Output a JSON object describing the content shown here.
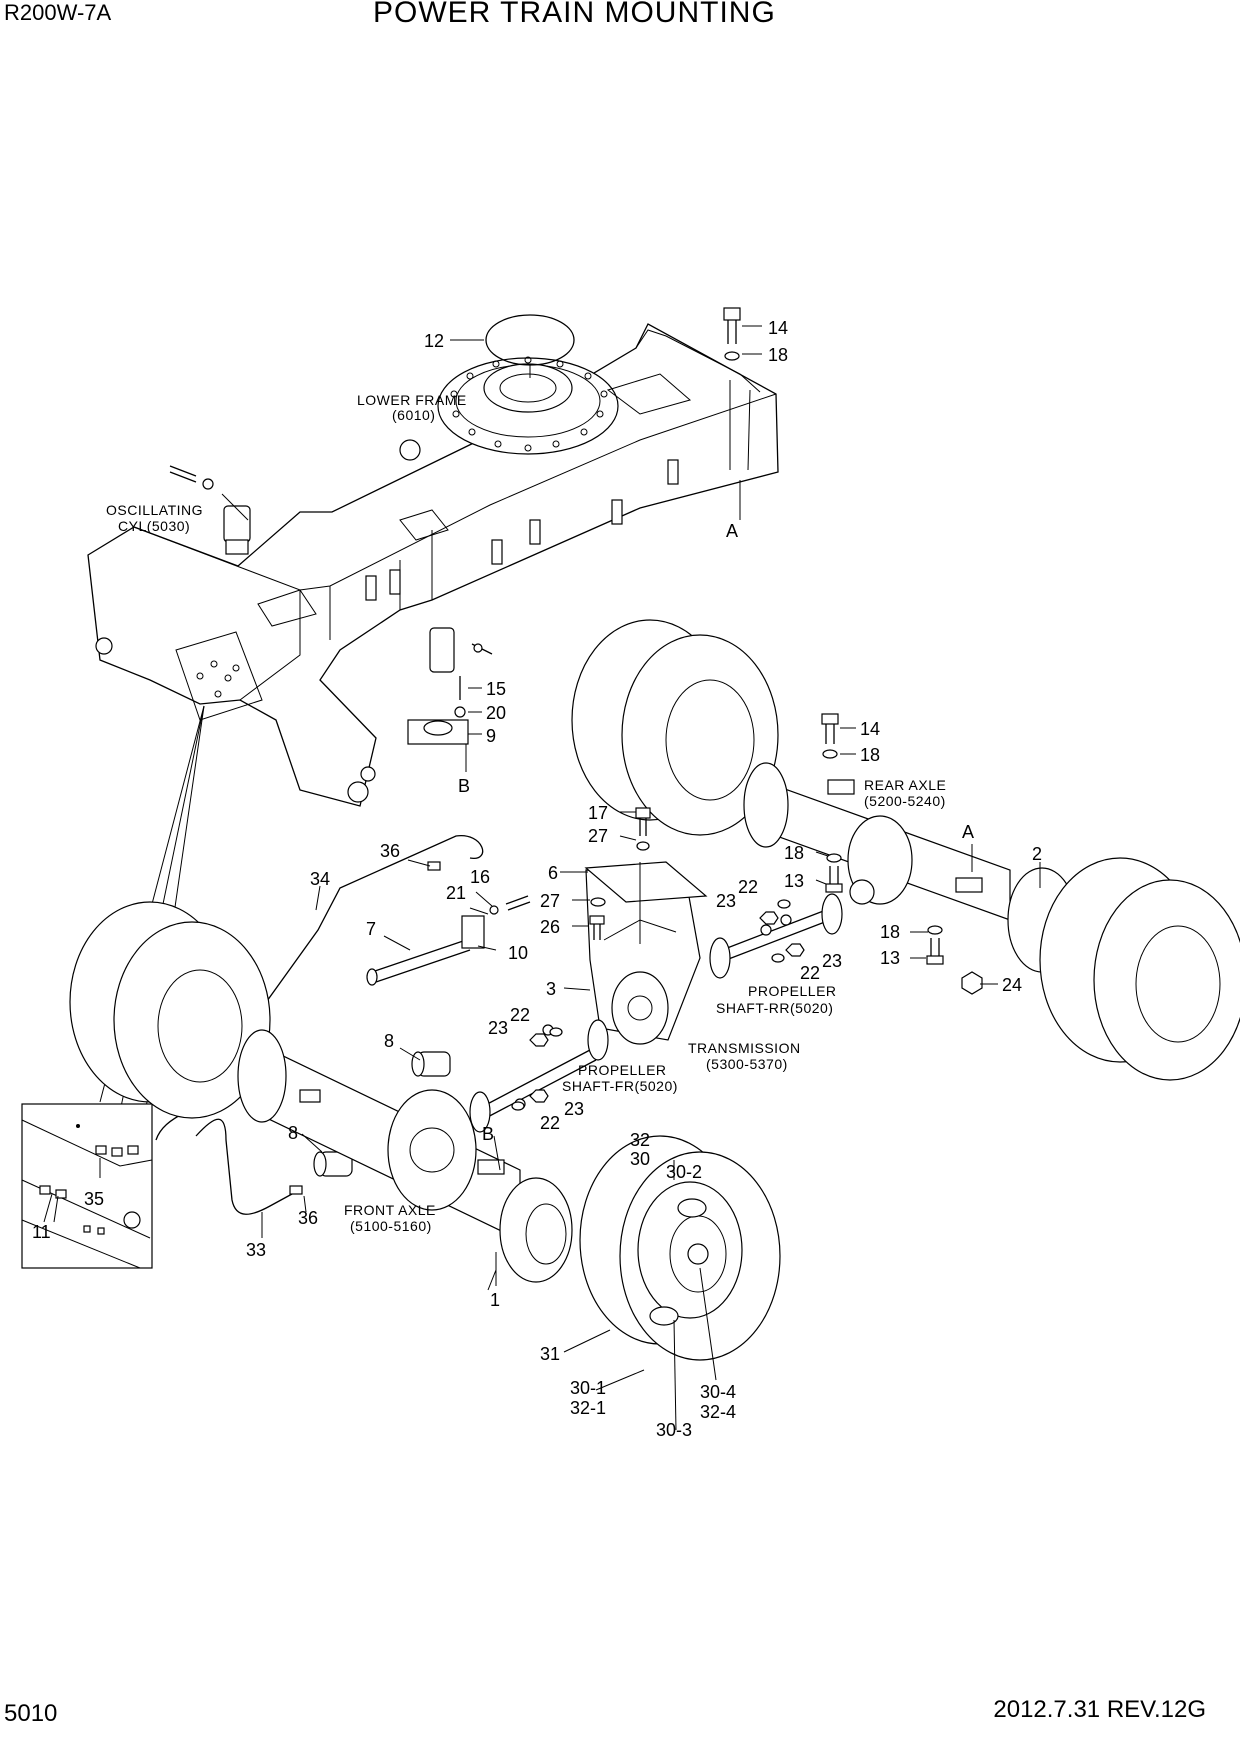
{
  "header": {
    "model": "R200W-7A",
    "title": "POWER TRAIN MOUNTING"
  },
  "footer": {
    "page_number": "5010",
    "date_revision": "2012.7.31  REV.12G"
  },
  "assemblies": {
    "lower_frame": "LOWER FRAME",
    "lower_frame_code": "(6010)",
    "oscillating": "OSCILLATING",
    "oscillating_cyl": "CYL(5030)",
    "rear_axle": "REAR AXLE",
    "rear_axle_code": "(5200-5240)",
    "prop_rr": "PROPELLER",
    "prop_rr_code": "SHAFT-RR(5020)",
    "transmission": "TRANSMISSION",
    "transmission_code": "(5300-5370)",
    "prop_fr": "PROPELLER",
    "prop_fr_code": "SHAFT-FR(5020)",
    "front_axle": "FRONT AXLE",
    "front_axle_code": "(5100-5160)"
  },
  "refs": {
    "a1": "A",
    "a2": "A",
    "b1": "B",
    "b2": "B"
  },
  "callouts": {
    "c12": "12",
    "c14a": "14",
    "c18a": "18",
    "c15": "15",
    "c20": "20",
    "c9": "9",
    "c14b": "14",
    "c18b": "18",
    "c17": "17",
    "c27a": "27",
    "c6": "6",
    "c27b": "27",
    "c26": "26",
    "c18c": "18",
    "c13a": "13",
    "c2": "2",
    "c22a": "22",
    "c23a": "23",
    "c22b": "22",
    "c23b": "23",
    "c18d": "18",
    "c13b": "13",
    "c24": "24",
    "c36a": "36",
    "c16": "16",
    "c21": "21",
    "c34": "34",
    "c7": "7",
    "c10": "10",
    "c3": "3",
    "c22c": "22",
    "c23c": "23",
    "c8a": "8",
    "c23d": "23",
    "c22d": "22",
    "c8b": "8",
    "c35": "35",
    "c11": "11",
    "c36b": "36",
    "c33": "33",
    "c1": "1",
    "c32": "32",
    "c30": "30",
    "c30_2": "30-2",
    "c31": "31",
    "c30_1": "30-1",
    "c32_1": "32-1",
    "c30_3": "30-3",
    "c30_4": "30-4",
    "c32_4": "32-4"
  }
}
